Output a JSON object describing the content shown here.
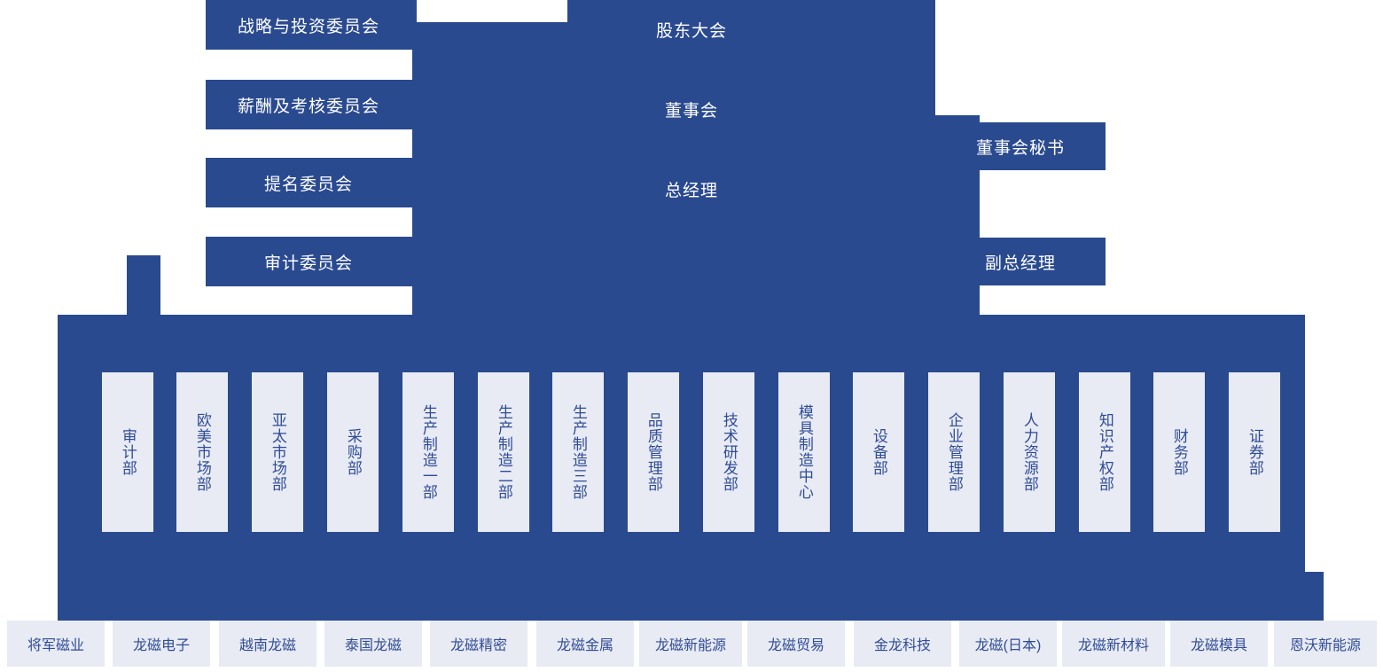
{
  "colors": {
    "brand_blue": "#2a4a90",
    "box_fill": "#e8ebf4",
    "box_text": "#2f4c96",
    "page_background": "#ffffff"
  },
  "core": {
    "shareholders_meeting": "股东大会",
    "board_of_directors": "董事会",
    "general_manager": "总经理"
  },
  "committees": [
    {
      "label": "战略与投资委员会"
    },
    {
      "label": "薪酬及考核委员会"
    },
    {
      "label": "提名委员会"
    },
    {
      "label": "审计委员会"
    }
  ],
  "right_officers": [
    {
      "label": "董事会秘书"
    },
    {
      "label": "副总经理"
    }
  ],
  "departments": [
    {
      "label": "审计部"
    },
    {
      "label": "欧美市场部"
    },
    {
      "label": "亚太市场部"
    },
    {
      "label": "采购部"
    },
    {
      "label": "生产制造一部"
    },
    {
      "label": "生产制造二部"
    },
    {
      "label": "生产制造三部"
    },
    {
      "label": "品质管理部"
    },
    {
      "label": "技术研发部"
    },
    {
      "label": "模具制造中心"
    },
    {
      "label": "设备部"
    },
    {
      "label": "企业管理部"
    },
    {
      "label": "人力资源部"
    },
    {
      "label": "知识产权部"
    },
    {
      "label": "财务部"
    },
    {
      "label": "证券部"
    }
  ],
  "subsidiaries": [
    {
      "label": "将军磁业"
    },
    {
      "label": "龙磁电子"
    },
    {
      "label": "越南龙磁"
    },
    {
      "label": "泰国龙磁"
    },
    {
      "label": "龙磁精密"
    },
    {
      "label": "龙磁金属"
    },
    {
      "label": "龙磁新能源"
    },
    {
      "label": "龙磁贸易"
    },
    {
      "label": "金龙科技"
    },
    {
      "label": "龙磁(日本)"
    },
    {
      "label": "龙磁新材料"
    },
    {
      "label": "龙磁模具"
    },
    {
      "label": "恩沃新能源"
    }
  ]
}
